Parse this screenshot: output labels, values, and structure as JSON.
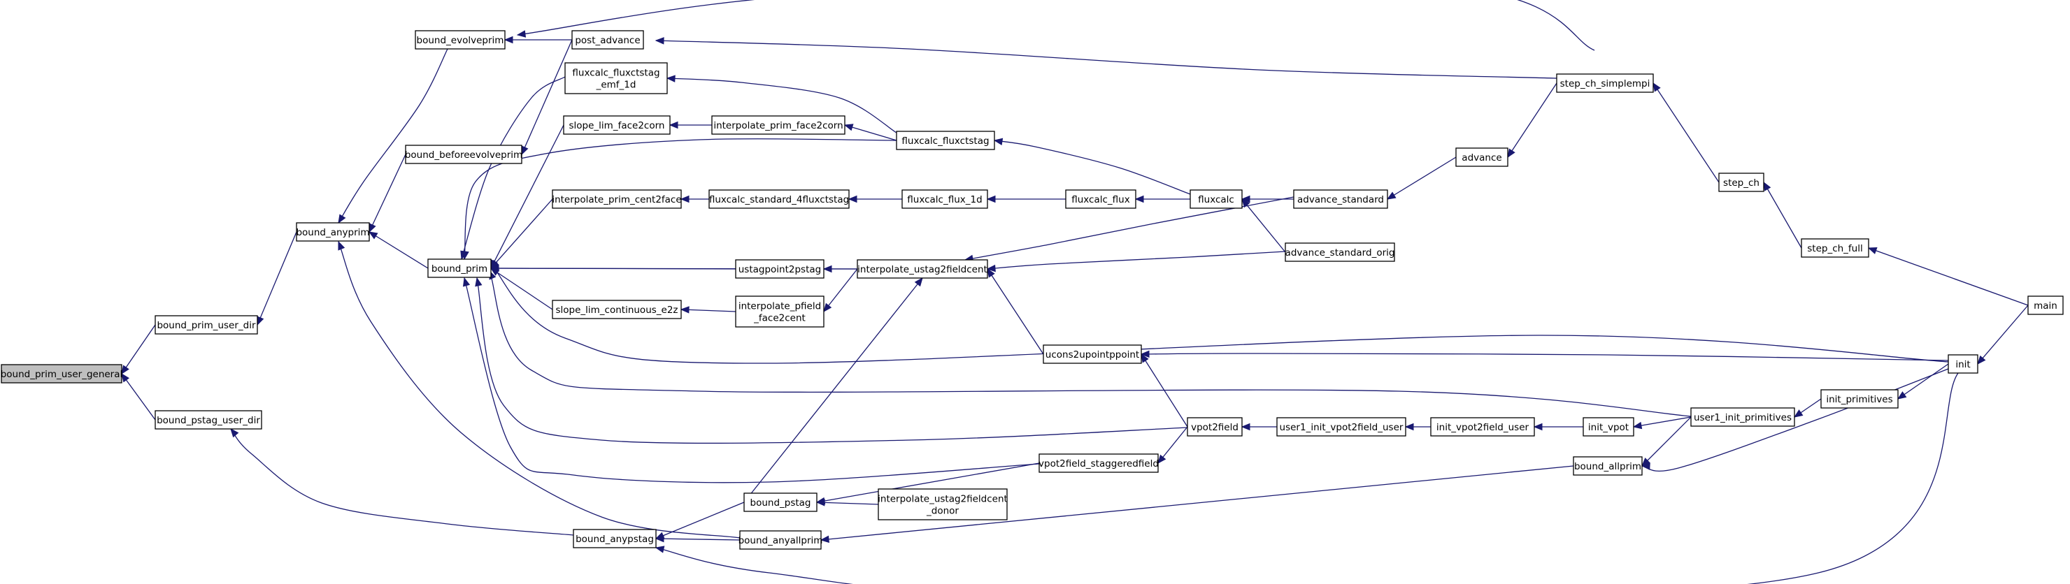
{
  "graph": {
    "edge_color": "#191970",
    "root_fill": "#bfbfbf",
    "nodes": [
      {
        "id": "bound_prim_user_general",
        "lines": [
          "bound_prim_user_general"
        ],
        "root": true
      },
      {
        "id": "bound_prim_user_dir",
        "lines": [
          "bound_prim_user_dir"
        ]
      },
      {
        "id": "bound_pstag_user_dir",
        "lines": [
          "bound_pstag_user_dir"
        ]
      },
      {
        "id": "bound_anyprim",
        "lines": [
          "bound_anyprim"
        ]
      },
      {
        "id": "bound_anypstag",
        "lines": [
          "bound_anypstag"
        ]
      },
      {
        "id": "bound_evolveprim",
        "lines": [
          "bound_evolveprim"
        ]
      },
      {
        "id": "bound_beforeevolveprim",
        "lines": [
          "bound_beforeevolveprim"
        ]
      },
      {
        "id": "bound_prim",
        "lines": [
          "bound_prim"
        ]
      },
      {
        "id": "post_advance",
        "lines": [
          "post_advance"
        ]
      },
      {
        "id": "fluxcalc_fluxctstag_emf_1d",
        "lines": [
          "fluxcalc_fluxctstag",
          "_emf_1d"
        ]
      },
      {
        "id": "slope_lim_face2corn",
        "lines": [
          "slope_lim_face2corn"
        ]
      },
      {
        "id": "interpolate_prim_cent2face",
        "lines": [
          "interpolate_prim_cent2face"
        ]
      },
      {
        "id": "ustagpoint2pstag",
        "lines": [
          "ustagpoint2pstag"
        ]
      },
      {
        "id": "slope_lim_continuous_e2z",
        "lines": [
          "slope_lim_continuous_e2z"
        ]
      },
      {
        "id": "bound_pstag",
        "lines": [
          "bound_pstag"
        ]
      },
      {
        "id": "bound_anyallprim",
        "lines": [
          "bound_anyallprim"
        ]
      },
      {
        "id": "interpolate_prim_face2corn",
        "lines": [
          "interpolate_prim_face2corn"
        ]
      },
      {
        "id": "fluxcalc_standard_4fluxctstag",
        "lines": [
          "fluxcalc_standard_4fluxctstag"
        ]
      },
      {
        "id": "interpolate_pfield_face2cent",
        "lines": [
          "interpolate_pfield",
          "_face2cent"
        ]
      },
      {
        "id": "interpolate_ustag2fieldcent_donor",
        "lines": [
          "interpolate_ustag2fieldcent",
          "_donor"
        ]
      },
      {
        "id": "fluxcalc_fluxctstag",
        "lines": [
          "fluxcalc_fluxctstag"
        ]
      },
      {
        "id": "fluxcalc_flux_1d",
        "lines": [
          "fluxcalc_flux_1d"
        ]
      },
      {
        "id": "interpolate_ustag2fieldcent",
        "lines": [
          "interpolate_ustag2fieldcent"
        ]
      },
      {
        "id": "fluxcalc_flux",
        "lines": [
          "fluxcalc_flux"
        ]
      },
      {
        "id": "ucons2upointppoint",
        "lines": [
          "ucons2upointppoint"
        ]
      },
      {
        "id": "vpot2field",
        "lines": [
          "vpot2field"
        ]
      },
      {
        "id": "vpot2field_staggeredfield",
        "lines": [
          "vpot2field_staggeredfield"
        ]
      },
      {
        "id": "fluxcalc",
        "lines": [
          "fluxcalc"
        ]
      },
      {
        "id": "user1_init_vpot2field_user",
        "lines": [
          "user1_init_vpot2field_user"
        ]
      },
      {
        "id": "advance_standard",
        "lines": [
          "advance_standard"
        ]
      },
      {
        "id": "advance_standard_orig",
        "lines": [
          "advance_standard_orig"
        ]
      },
      {
        "id": "init_vpot2field_user",
        "lines": [
          "init_vpot2field_user"
        ]
      },
      {
        "id": "advance",
        "lines": [
          "advance"
        ]
      },
      {
        "id": "init_vpot",
        "lines": [
          "init_vpot"
        ]
      },
      {
        "id": "bound_allprim",
        "lines": [
          "bound_allprim"
        ]
      },
      {
        "id": "step_ch_simplempi",
        "lines": [
          "step_ch_simplempi"
        ]
      },
      {
        "id": "user1_init_primitives",
        "lines": [
          "user1_init_primitives"
        ]
      },
      {
        "id": "step_ch",
        "lines": [
          "step_ch"
        ]
      },
      {
        "id": "init_primitives",
        "lines": [
          "init_primitives"
        ]
      },
      {
        "id": "step_ch_full",
        "lines": [
          "step_ch_full"
        ]
      },
      {
        "id": "init",
        "lines": [
          "init"
        ]
      },
      {
        "id": "main",
        "lines": [
          "main"
        ]
      }
    ],
    "edges": [
      {
        "from": "bound_prim_user_dir",
        "to": "bound_prim_user_general"
      },
      {
        "from": "bound_pstag_user_dir",
        "to": "bound_prim_user_general"
      },
      {
        "from": "bound_anyprim",
        "to": "bound_prim_user_dir"
      },
      {
        "from": "bound_anypstag",
        "to": "bound_pstag_user_dir"
      },
      {
        "from": "bound_evolveprim",
        "to": "bound_anyprim"
      },
      {
        "from": "bound_beforeevolveprim",
        "to": "bound_anyprim"
      },
      {
        "from": "bound_prim",
        "to": "bound_anyprim"
      },
      {
        "from": "bound_anyallprim",
        "to": "bound_anyprim"
      },
      {
        "from": "post_advance",
        "to": "bound_evolveprim"
      },
      {
        "from": "step_ch_simplempi",
        "to": "bound_evolveprim"
      },
      {
        "from": "post_advance",
        "to": "bound_beforeevolveprim"
      },
      {
        "from": "step_ch_simplempi",
        "to": "post_advance"
      },
      {
        "from": "fluxcalc_fluxctstag_emf_1d",
        "to": "bound_prim"
      },
      {
        "from": "slope_lim_face2corn",
        "to": "bound_prim"
      },
      {
        "from": "interpolate_prim_cent2face",
        "to": "bound_prim"
      },
      {
        "from": "ustagpoint2pstag",
        "to": "bound_prim"
      },
      {
        "from": "slope_lim_continuous_e2z",
        "to": "bound_prim"
      },
      {
        "from": "interpolate_ustag2fieldcent",
        "to": "bound_prim"
      },
      {
        "from": "fluxcalc_fluxctstag",
        "to": "bound_prim"
      },
      {
        "from": "init",
        "to": "bound_prim"
      },
      {
        "from": "user1_init_primitives",
        "to": "bound_prim"
      },
      {
        "from": "vpot2field",
        "to": "bound_prim"
      },
      {
        "from": "vpot2field_staggeredfield",
        "to": "bound_prim"
      },
      {
        "from": "fluxcalc_fluxctstag",
        "to": "fluxcalc_fluxctstag_emf_1d"
      },
      {
        "from": "interpolate_prim_face2corn",
        "to": "slope_lim_face2corn"
      },
      {
        "from": "fluxcalc_fluxctstag",
        "to": "interpolate_prim_face2corn"
      },
      {
        "from": "fluxcalc",
        "to": "fluxcalc_fluxctstag"
      },
      {
        "from": "fluxcalc_standard_4fluxctstag",
        "to": "interpolate_prim_cent2face"
      },
      {
        "from": "fluxcalc_flux_1d",
        "to": "fluxcalc_standard_4fluxctstag"
      },
      {
        "from": "fluxcalc_flux",
        "to": "fluxcalc_flux_1d"
      },
      {
        "from": "fluxcalc",
        "to": "fluxcalc_flux"
      },
      {
        "from": "advance_standard",
        "to": "fluxcalc"
      },
      {
        "from": "advance_standard_orig",
        "to": "fluxcalc"
      },
      {
        "from": "advance",
        "to": "advance_standard"
      },
      {
        "from": "step_ch_simplempi",
        "to": "advance"
      },
      {
        "from": "step_ch",
        "to": "step_ch_simplempi"
      },
      {
        "from": "step_ch_full",
        "to": "step_ch"
      },
      {
        "from": "main",
        "to": "step_ch_full"
      },
      {
        "from": "interpolate_ustag2fieldcent",
        "to": "ustagpoint2pstag"
      },
      {
        "from": "interpolate_pfield_face2cent",
        "to": "slope_lim_continuous_e2z"
      },
      {
        "from": "interpolate_ustag2fieldcent",
        "to": "interpolate_pfield_face2cent"
      },
      {
        "from": "advance_standard",
        "to": "interpolate_ustag2fieldcent"
      },
      {
        "from": "advance_standard_orig",
        "to": "interpolate_ustag2fieldcent"
      },
      {
        "from": "ucons2upointppoint",
        "to": "interpolate_ustag2fieldcent"
      },
      {
        "from": "bound_pstag",
        "to": "interpolate_ustag2fieldcent"
      },
      {
        "from": "init",
        "to": "ucons2upointppoint"
      },
      {
        "from": "vpot2field",
        "to": "ucons2upointppoint"
      },
      {
        "from": "user1_init_vpot2field_user",
        "to": "vpot2field"
      },
      {
        "from": "init_vpot2field_user",
        "to": "user1_init_vpot2field_user"
      },
      {
        "from": "init_vpot",
        "to": "init_vpot2field_user"
      },
      {
        "from": "user1_init_primitives",
        "to": "init_vpot"
      },
      {
        "from": "init_primitives",
        "to": "user1_init_primitives"
      },
      {
        "from": "init",
        "to": "init_primitives"
      },
      {
        "from": "main",
        "to": "init"
      },
      {
        "from": "vpot2field",
        "to": "vpot2field_staggeredfield"
      },
      {
        "from": "vpot2field_staggeredfield",
        "to": "bound_pstag"
      },
      {
        "from": "interpolate_ustag2fieldcent_donor",
        "to": "bound_pstag"
      },
      {
        "from": "bound_pstag",
        "to": "bound_anypstag"
      },
      {
        "from": "bound_anyallprim",
        "to": "bound_anypstag"
      },
      {
        "from": "init",
        "to": "bound_anypstag"
      },
      {
        "from": "bound_allprim",
        "to": "bound_anyallprim"
      },
      {
        "from": "user1_init_primitives",
        "to": "bound_allprim"
      },
      {
        "from": "init",
        "to": "bound_allprim"
      }
    ]
  }
}
